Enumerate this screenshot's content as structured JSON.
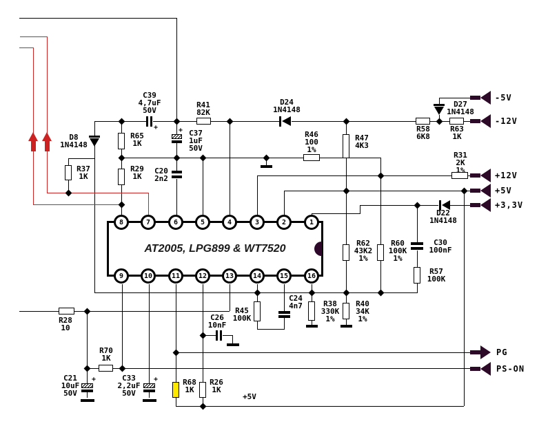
{
  "ic": {
    "label": "AT2005, LPG899 & WT7520",
    "pins_top": [
      "8",
      "7",
      "6",
      "5",
      "4",
      "3",
      "2",
      "1"
    ],
    "pins_bottom": [
      "9",
      "10",
      "11",
      "12",
      "13",
      "14",
      "15",
      "16"
    ]
  },
  "connectors": {
    "neg5v": "-5V",
    "neg12v": "-12V",
    "pos12v": "+12V",
    "pos5v": "+5V",
    "pos3v3": "+3,3V",
    "pg": "PG",
    "pson": "PS-ON"
  },
  "net_labels": {
    "plus5v_bottom": "+5V"
  },
  "plus": "+",
  "components": {
    "D8": [
      "D8",
      "1N4148"
    ],
    "R37": [
      "R37",
      "1K"
    ],
    "R65": [
      "R65",
      "1K"
    ],
    "R29": [
      "R29",
      "1K"
    ],
    "C39": [
      "C39",
      "4,7uF",
      "50V"
    ],
    "C37": [
      "C37",
      "1uF",
      "50V"
    ],
    "C20": [
      "C20",
      "2n2"
    ],
    "R41": [
      "R41",
      "82K"
    ],
    "D24": [
      "D24",
      "1N4148"
    ],
    "R46": [
      "R46",
      "100",
      "1%"
    ],
    "R47": [
      "R47",
      "4K3"
    ],
    "R58": [
      "R58",
      "6K8"
    ],
    "R63": [
      "R63",
      "1K"
    ],
    "D27": [
      "D27",
      "1N4148"
    ],
    "R31": [
      "R31",
      "2K",
      "1%"
    ],
    "D22": [
      "D22",
      "1N4148"
    ],
    "R62": [
      "R62",
      "43K2",
      "1%"
    ],
    "R60": [
      "R60",
      "100K",
      "1%"
    ],
    "C30": [
      "C30",
      "100nF"
    ],
    "R57": [
      "R57",
      "100K"
    ],
    "R38": [
      "R38",
      "330K",
      "1%"
    ],
    "R40": [
      "R40",
      "34K",
      "1%"
    ],
    "C24": [
      "C24",
      "4n7"
    ],
    "R45": [
      "R45",
      "100K"
    ],
    "C26": [
      "C26",
      "10nF"
    ],
    "R28": [
      "R28",
      "10"
    ],
    "R70": [
      "R70",
      "1K"
    ],
    "C21": [
      "C21",
      "10uF",
      "50V"
    ],
    "C33": [
      "C33",
      "2,2uF",
      "50V"
    ],
    "R68": [
      "R68",
      "1K"
    ],
    "R26": [
      "R26",
      "1K"
    ]
  }
}
